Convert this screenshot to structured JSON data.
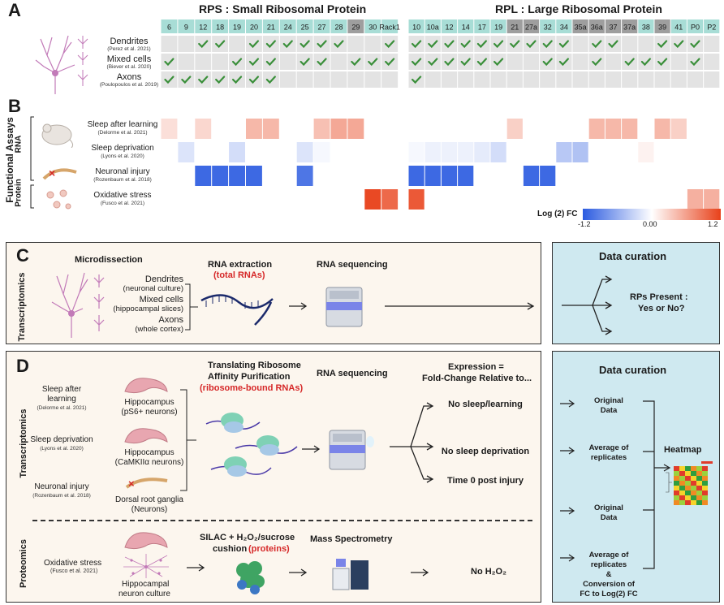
{
  "panelA": {
    "letter": "A",
    "rps_title": "RPS : Small Ribosomal Protein",
    "rpl_title": "RPL : Large Ribosomal Protein",
    "rps_cols": [
      "6",
      "9",
      "12",
      "18",
      "19",
      "20",
      "21",
      "24",
      "25",
      "27",
      "28",
      "29",
      "30",
      "Rack1"
    ],
    "rpl_cols": [
      "10",
      "10a",
      "12",
      "14",
      "17",
      "19",
      "21",
      "27a",
      "32",
      "34",
      "35a",
      "36a",
      "37",
      "37a",
      "38",
      "39",
      "41",
      "P0",
      "P2"
    ],
    "rps_gray_cols": [
      "29"
    ],
    "rpl_gray_cols": [
      "21",
      "27a",
      "35a",
      "36a",
      "37",
      "37a",
      "39"
    ],
    "rows": [
      {
        "label": "Dendrites",
        "ref": "(Perez et al. 2021)",
        "rps": [
          0,
          0,
          1,
          1,
          0,
          1,
          1,
          1,
          1,
          1,
          1,
          0,
          0,
          1
        ],
        "rpl": [
          1,
          1,
          1,
          1,
          1,
          1,
          1,
          1,
          1,
          1,
          0,
          1,
          1,
          0,
          0,
          1,
          1,
          1,
          0
        ]
      },
      {
        "label": "Mixed cells",
        "ref": "(Biever et al. 2020)",
        "rps": [
          1,
          0,
          0,
          0,
          1,
          1,
          1,
          0,
          1,
          1,
          0,
          1,
          1,
          1
        ],
        "rpl": [
          1,
          1,
          1,
          1,
          1,
          1,
          0,
          0,
          1,
          1,
          0,
          1,
          0,
          1,
          1,
          1,
          0,
          1,
          0
        ]
      },
      {
        "label": "Axons",
        "ref": "(Poulopoulos et al. 2019)",
        "rps": [
          1,
          1,
          1,
          1,
          1,
          1,
          1,
          0,
          0,
          0,
          0,
          0,
          0,
          0
        ],
        "rpl": [
          1,
          0,
          0,
          0,
          0,
          0,
          0,
          0,
          0,
          0,
          0,
          0,
          0,
          0,
          0,
          0,
          0,
          0,
          0
        ]
      }
    ]
  },
  "panelB": {
    "letter": "B",
    "side_label": "Functional Assays",
    "rna_label": "RNA",
    "protein_label": "Protein",
    "rows": [
      {
        "label": "Sleep after learning",
        "ref": "(Delorme et al. 2021)",
        "rps": [
          0.2,
          0,
          0.25,
          0,
          0,
          0.45,
          0.45,
          0,
          0,
          0.4,
          0.55,
          0.55,
          0,
          0
        ],
        "rpl": [
          0,
          0,
          0,
          0,
          0,
          0,
          0.3,
          0,
          0,
          0,
          0,
          0.45,
          0.45,
          0.45,
          0,
          0.45,
          0.3,
          0,
          0
        ]
      },
      {
        "label": "Sleep deprivation",
        "ref": "(Lyons et al. 2020)",
        "rps": [
          0,
          -0.2,
          0,
          0,
          -0.25,
          0,
          0,
          0,
          -0.2,
          -0.05,
          0,
          0,
          0,
          0
        ],
        "rpl": [
          -0.05,
          -0.1,
          -0.1,
          -0.1,
          -0.15,
          -0.25,
          0,
          0,
          0,
          -0.4,
          -0.45,
          0,
          0,
          0,
          0.08,
          0,
          0,
          0,
          0
        ]
      },
      {
        "label": "Neuronal injury",
        "ref": "(Rozenbaum et al. 2018)",
        "rps": [
          0,
          0,
          -1.1,
          -1.1,
          -1.1,
          -1.1,
          0,
          0,
          -1.0,
          0,
          0,
          0,
          0,
          0
        ],
        "rpl": [
          -1.1,
          -1.1,
          -1.1,
          -1.1,
          0,
          0,
          0,
          -1.1,
          -1.1,
          0,
          0,
          0,
          0,
          0,
          0,
          0,
          0,
          0,
          0
        ]
      },
      {
        "label": "Oxidative stress",
        "ref": "(Fusco et al. 2021)",
        "rps": [
          0,
          0,
          0,
          0,
          0,
          0,
          0,
          0,
          0,
          0,
          0,
          0,
          1.15,
          0.95
        ],
        "rpl": [
          1.05,
          0,
          0,
          0,
          0,
          0,
          0,
          0,
          0,
          0,
          0,
          0,
          0,
          0,
          0,
          0,
          0,
          0.5,
          0.5
        ]
      }
    ],
    "legend_title": "Log (2) FC",
    "legend_min": "-1.2",
    "legend_mid": "0.00",
    "legend_max": "1.2"
  },
  "panelC": {
    "letter": "C",
    "side_label": "Transcriptomics",
    "microdissection": "Microdissection",
    "items": [
      {
        "label": "Dendrites",
        "sub": "(neuronal culture)"
      },
      {
        "label": "Mixed cells",
        "sub": "(hippocampal slices)"
      },
      {
        "label": "Axons",
        "sub": "(whole cortex)"
      }
    ],
    "rna_extraction": "RNA extraction",
    "total_rnas": "(total RNAs)",
    "rna_seq": "RNA sequencing",
    "curation_title": "Data curation",
    "rps_present": "RPs Present :",
    "yes_no": "Yes or No?"
  },
  "panelD": {
    "letter": "D",
    "transcriptomics_label": "Transcriptomics",
    "proteomics_label": "Proteomics",
    "trap_title_1": "Translating Ribosome",
    "trap_title_2": "Affinity Purification",
    "trap_sub": "(ribosome-bound RNAs)",
    "rna_seq": "RNA sequencing",
    "expression_1": "Expression =",
    "expression_2": "Fold-Change Relative to...",
    "conditions": [
      {
        "label1": "Sleep after",
        "label2": "learning",
        "ref": "(Delorme et al. 2021)",
        "tissue": "Hippocampus",
        "tissue_sub": "(pS6+ neurons)",
        "relative": "No sleep/learning"
      },
      {
        "label1": "Sleep deprivation",
        "label2": "",
        "ref": "(Lyons et al. 2020)",
        "tissue": "Hippocampus",
        "tissue_sub": "(CaMKIIα neurons)",
        "relative": "No sleep deprivation"
      },
      {
        "label1": "Neuronal injury",
        "label2": "",
        "ref": "(Rozenbaum et al. 2018)",
        "tissue": "Dorsal root ganglia",
        "tissue_sub": "(Neurons)",
        "relative": "Time 0 post injury"
      }
    ],
    "oxid_label": "Oxidative stress",
    "oxid_ref": "(Fusco et al. 2021)",
    "oxid_tissue_1": "Hippocampal",
    "oxid_tissue_2": "neuron culture",
    "silac_1": "SILAC + H₂O₂/sucrose",
    "silac_2": "cushion",
    "silac_proteins": "(proteins)",
    "mass_spec": "Mass Spectrometry",
    "no_h2o2": "No H₂O₂",
    "curation_title": "Data curation",
    "curation_items": [
      {
        "l1": "Original",
        "l2": "Data",
        "l3": "",
        "l4": ""
      },
      {
        "l1": "Average of",
        "l2": "replicates",
        "l3": "",
        "l4": ""
      },
      {
        "l1": "Original",
        "l2": "Data",
        "l3": "",
        "l4": ""
      },
      {
        "l1": "Average of",
        "l2": "replicates",
        "l3": "&",
        "l4": "Conversion of"
      },
      {
        "l1": "FC to Log(2) FC",
        "l2": "",
        "l3": "",
        "l4": ""
      }
    ],
    "heatmap_label": "Heatmap"
  },
  "colors": {
    "header_teal": "#a8ddd6",
    "header_gray": "#9e9e9e",
    "cell_gray": "#e3e3e3",
    "check_green": "#3a8f3a",
    "neg_blue": "#2b5be0",
    "pos_red": "#e8411a",
    "panel_bg": "#fcf6ee",
    "curation_bg": "#cfe9f0",
    "accent_red": "#d62828"
  }
}
